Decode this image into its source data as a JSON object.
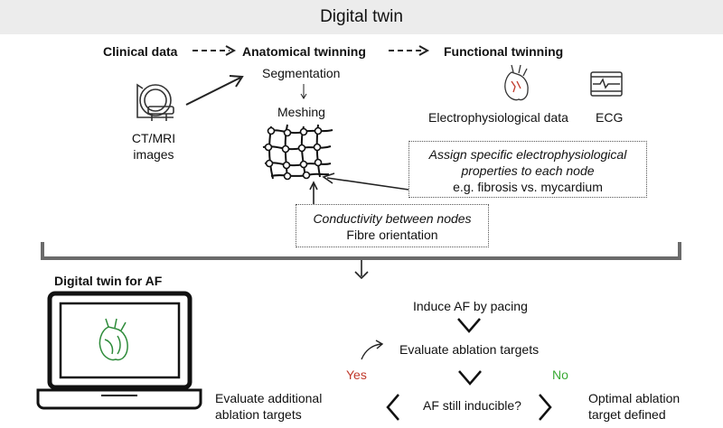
{
  "header": {
    "title": "Digital twin"
  },
  "pipeline": {
    "clinical_data": "Clinical data",
    "anatomical_twinning": "Anatomical twinning",
    "functional_twinning": "Functional twinning"
  },
  "imaging": {
    "label_line1": "CT/MRI",
    "label_line2": "images",
    "icon": "ct-scanner-icon"
  },
  "anatomical": {
    "segmentation": "Segmentation",
    "meshing": "Meshing",
    "mesh_icon": "mesh-grid-icon"
  },
  "functional": {
    "ep_data": "Electrophysiological data",
    "ecg": "ECG",
    "heart_icon": "heart-icon",
    "ecg_icon": "ecg-monitor-icon"
  },
  "assign_box": {
    "line1": "Assign specific electrophysiological",
    "line2": "properties to each node",
    "line3": "e.g. fibrosis vs. mycardium"
  },
  "conductivity_box": {
    "line1": "Conductivity between nodes",
    "line2": "Fibre orientation"
  },
  "af_section": {
    "title": "Digital twin for AF",
    "laptop_icon": "laptop-icon",
    "induce": "Induce AF by pacing",
    "evaluate": "Evaluate ablation targets",
    "inducible": "AF still inducible?",
    "yes": "Yes",
    "no": "No",
    "additional_line1": "Evaluate additional",
    "additional_line2": "ablation targets",
    "optimal_line1": "Optimal ablation",
    "optimal_line2": "target defined"
  },
  "colors": {
    "yes": "#c0392b",
    "no": "#3aaa35",
    "heart": "#2e8b3a",
    "band": "#6b6b6b",
    "header_bg": "#ececec"
  }
}
